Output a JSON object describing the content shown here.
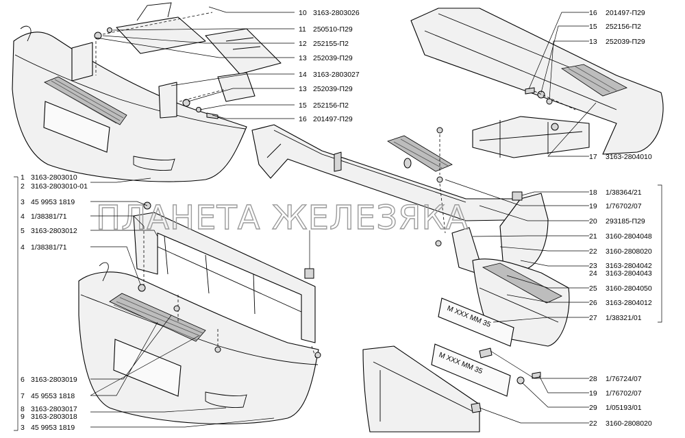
{
  "watermark": "ПЛАНЕТА ЖЕЛЕЗЯКА",
  "plate_text": "М XXX ММ 35",
  "callouts_top": [
    {
      "num": "10",
      "code": "3163-2803026"
    },
    {
      "num": "11",
      "code": "250510-П29"
    },
    {
      "num": "12",
      "code": "252155-П2"
    },
    {
      "num": "13",
      "code": "252039-П29"
    },
    {
      "num": "14",
      "code": "3163-2803027"
    },
    {
      "num": "13",
      "code": "252039-П29"
    },
    {
      "num": "15",
      "code": "252156-П2"
    },
    {
      "num": "16",
      "code": "201497-П29"
    }
  ],
  "callouts_left": [
    {
      "num": "1",
      "code": "3163-2803010"
    },
    {
      "num": "2",
      "code": "3163-2803010-01"
    },
    {
      "num": "3",
      "code": "45 9953 1819"
    },
    {
      "num": "4",
      "code": "1/38381/71"
    },
    {
      "num": "5",
      "code": "3163-2803012"
    },
    {
      "num": "4",
      "code": "1/38381/71"
    }
  ],
  "callouts_left_bottom": [
    {
      "num": "6",
      "code": "3163-2803019"
    },
    {
      "num": "7",
      "code": "45 9553 1818"
    },
    {
      "num": "8",
      "code": "3163-2803017"
    },
    {
      "num": "9",
      "code": "3163-2803018"
    },
    {
      "num": "3",
      "code": "45 9953 1819"
    }
  ],
  "callouts_right_top": [
    {
      "num": "16",
      "code": "201497-П29"
    },
    {
      "num": "15",
      "code": "252156-П2"
    },
    {
      "num": "13",
      "code": "252039-П29"
    }
  ],
  "callouts_right": [
    {
      "num": "17",
      "code": "3163-2804010"
    },
    {
      "num": "18",
      "code": "1/38364/21"
    },
    {
      "num": "19",
      "code": "1/76702/07"
    },
    {
      "num": "20",
      "code": "293185-П29"
    },
    {
      "num": "21",
      "code": "3160-2804048"
    },
    {
      "num": "22",
      "code": "3160-2808020"
    },
    {
      "num": "23",
      "code": "3163-2804042"
    },
    {
      "num": "24",
      "code": "3163-2804043"
    },
    {
      "num": "25",
      "code": "3160-2804050"
    },
    {
      "num": "26",
      "code": "3163-2804012"
    },
    {
      "num": "27",
      "code": "1/38321/01"
    }
  ],
  "callouts_right_bottom": [
    {
      "num": "28",
      "code": "1/76724/07"
    },
    {
      "num": "19",
      "code": "1/76702/07"
    },
    {
      "num": "29",
      "code": "1/05193/01"
    },
    {
      "num": "22",
      "code": "3160-2808020"
    }
  ]
}
